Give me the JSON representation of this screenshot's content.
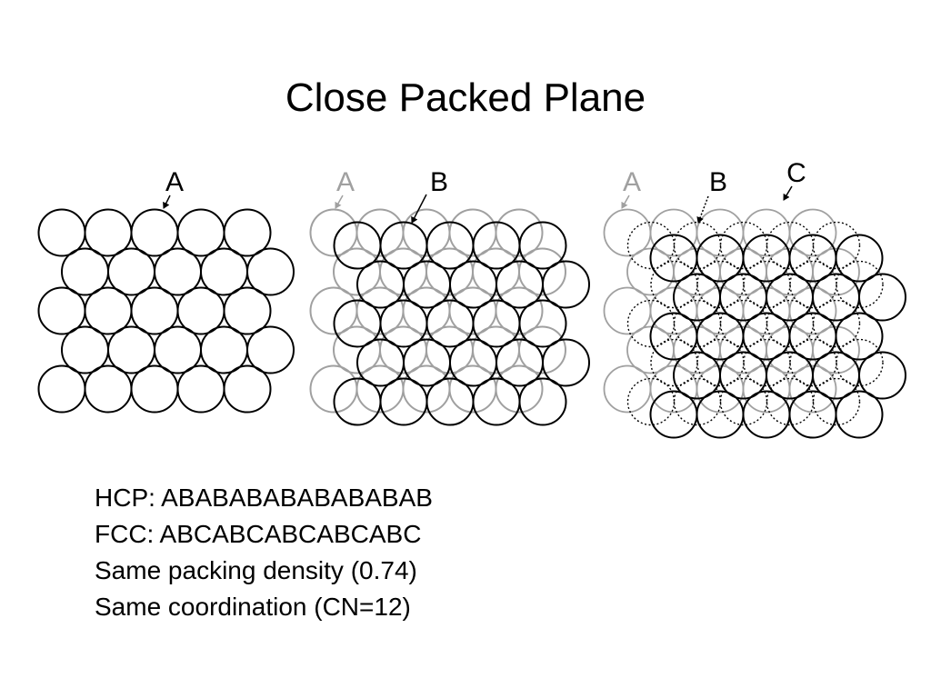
{
  "title": "Close Packed Plane",
  "colors": {
    "layer_dark": "#000000",
    "layer_faint": "#a0a0a0"
  },
  "panels": [
    {
      "labels": [
        {
          "text": "A",
          "tone": "dark"
        }
      ]
    },
    {
      "labels": [
        {
          "text": "A",
          "tone": "faint"
        },
        {
          "text": "B",
          "tone": "dark"
        }
      ]
    },
    {
      "labels": [
        {
          "text": "A",
          "tone": "faint"
        },
        {
          "text": "B",
          "tone": "dark"
        },
        {
          "text": "C",
          "tone": "dark"
        }
      ]
    }
  ],
  "bullets": [
    "HCP: ABABABABABABABAB",
    "FCC: ABCABCABCABCABC",
    "Same packing density (0.74)",
    "Same coordination (CN=12)"
  ]
}
